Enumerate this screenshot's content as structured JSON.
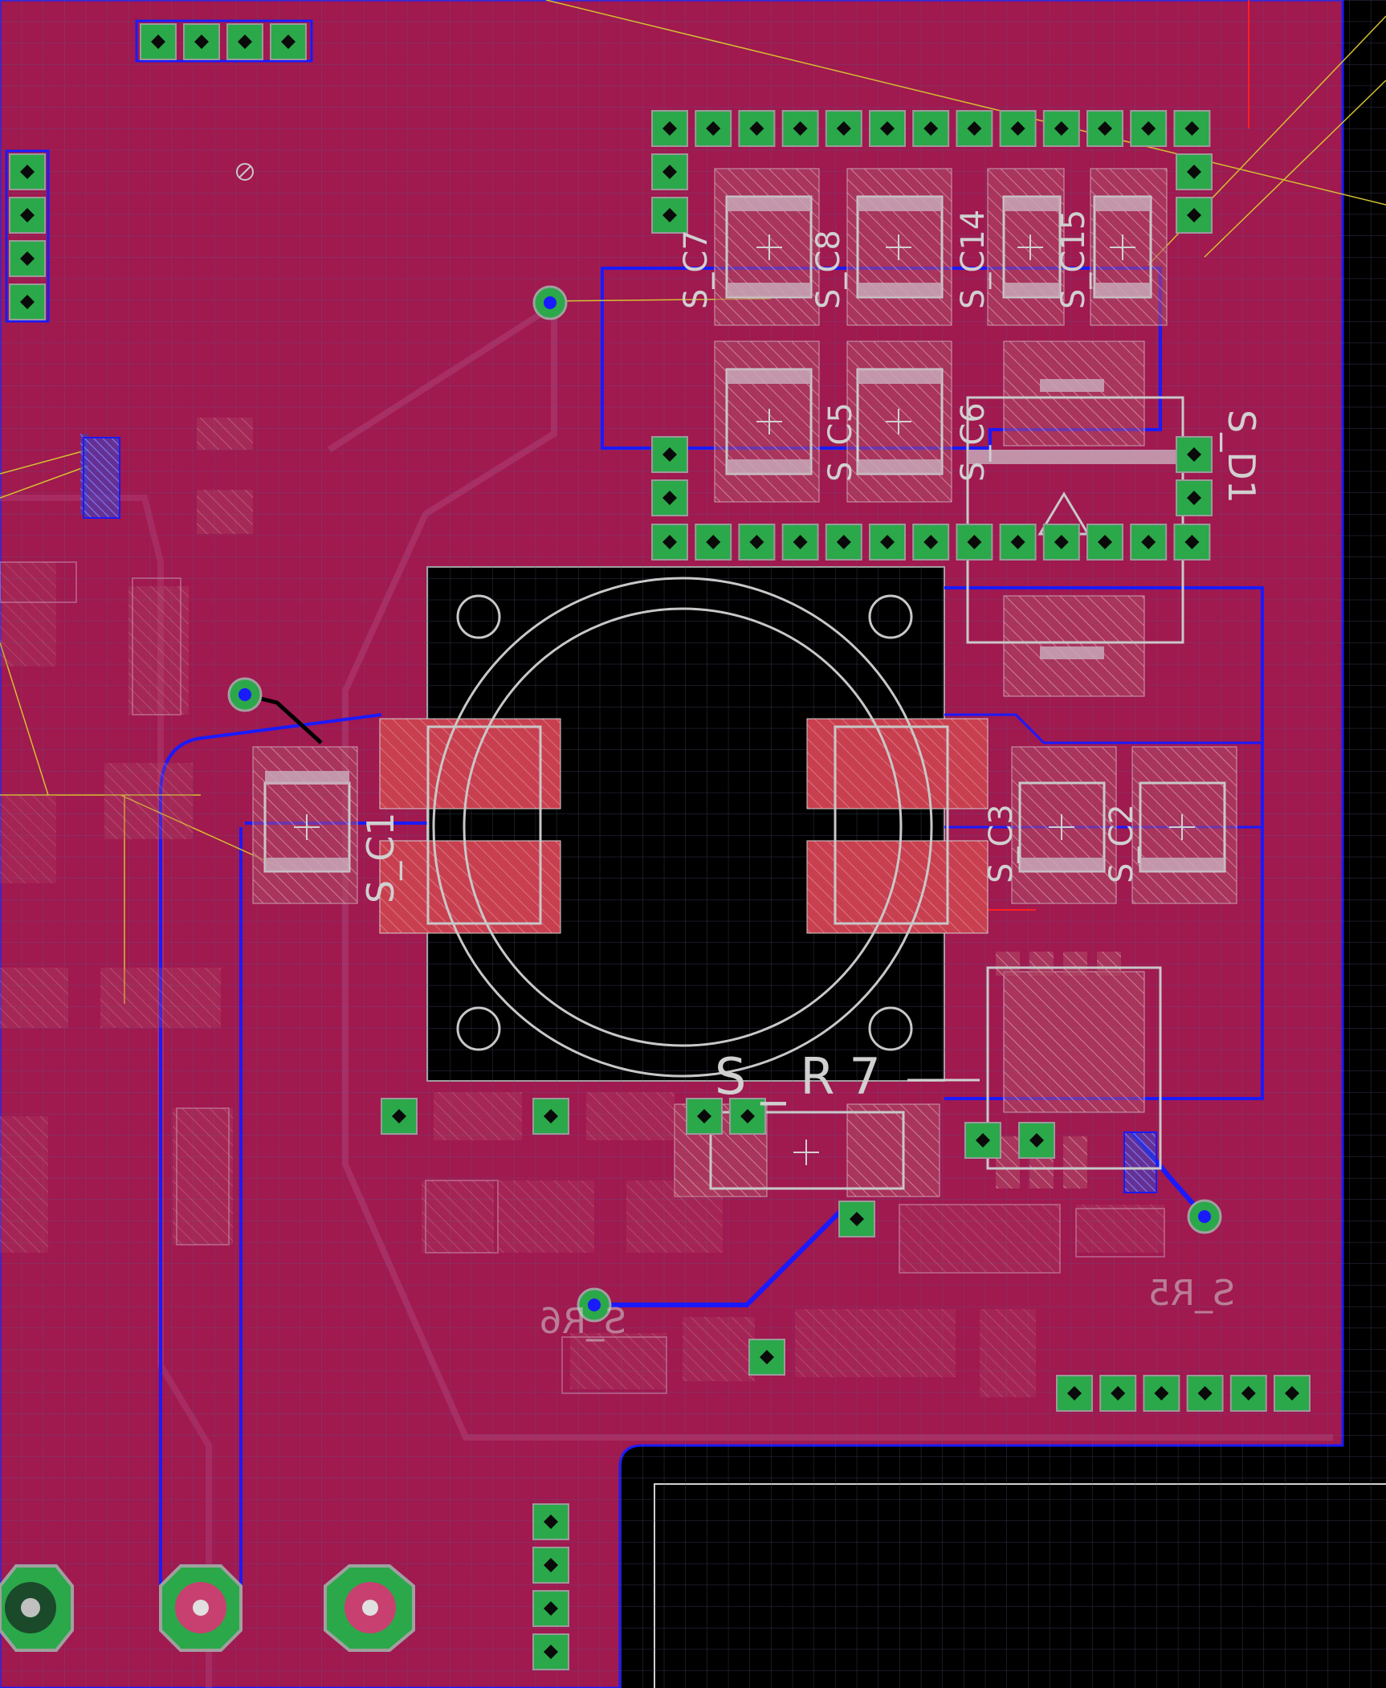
{
  "app": {
    "view": "PCB layout editor canvas"
  },
  "colors": {
    "background": "#000000",
    "copper_pour": "#a0194f",
    "pour_outline": "#1a1aff",
    "grid": "#5a5a8a",
    "pad": "#2ba84a",
    "pad_ring": "#9a9a9a",
    "silkscreen": "#d0d0d0",
    "smd_pad": "#c8404f",
    "airwire": "#d4c030",
    "track_red": "#ff2020"
  },
  "labels": {
    "s_r7": "S_R7",
    "s_c1": "S_C1",
    "s_c2": "S_C2",
    "s_c3": "S_C3",
    "s_c5": "S_C5",
    "s_c6": "S_C6",
    "s_c7": "S_C7",
    "s_c8": "S_C8",
    "s_c14": "S_C14",
    "s_c15": "S_C15",
    "s_d1": "S_D1",
    "s_r5": "S_R5",
    "s_r6": "S_R6"
  }
}
